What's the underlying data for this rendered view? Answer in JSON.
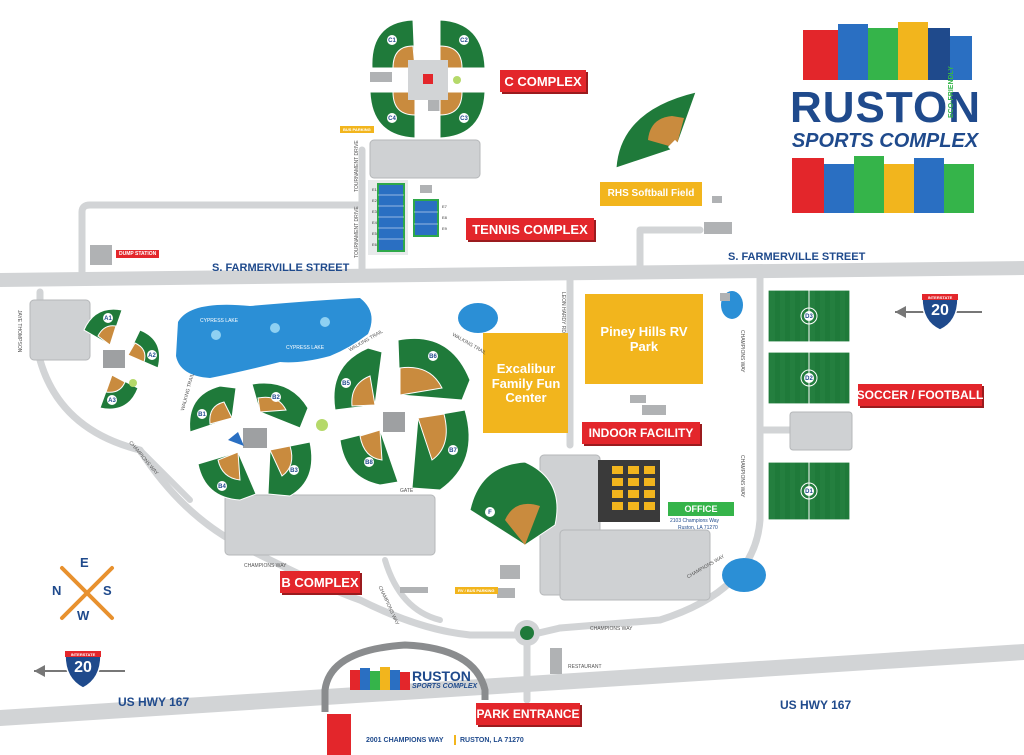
{
  "colors": {
    "grass": "#1f7a3a",
    "infield": "#c98b3e",
    "road": "#d2d4d6",
    "roadEdge": "#b5b7b9",
    "water": "#2b8fd6",
    "building": "#b7b9bb",
    "red": "#e3262b",
    "yellow": "#f2b51d",
    "navy": "#1f4a8c"
  },
  "brand": {
    "name": "RUSTON",
    "tagline": "SPORTS COMPLEX",
    "eco": "ECO-FRIENDLY"
  },
  "facilities": {
    "c_complex": "C COMPLEX",
    "tennis_complex": "TENNIS COMPLEX",
    "b_complex": "B COMPLEX",
    "indoor_facility": "INDOOR FACILITY",
    "soccer_football": "SOCCER / FOOTBALL",
    "park_entrance": "PARK ENTRANCE",
    "rhs_softball": "RHS Softball Field",
    "excalibur": "Excalibur Family Fun Center",
    "piney_hills": "Piney Hills RV Park",
    "office": "OFFICE",
    "dump_station": "DUMP STATION",
    "bus_parking_top": "BUS PARKING",
    "bus_parking_bottom": "RV / BUS PARKING",
    "gate": "GATE",
    "restaurant": "RESTAURANT"
  },
  "office_address": [
    "2103 Champions Way",
    "Ruston, LA 71270"
  ],
  "streets": {
    "farmerville_left": "S. FARMERVILLE STREET",
    "farmerville_right": "S. FARMERVILLE STREET",
    "hwy_left": "US HWY 167",
    "hwy_right": "US HWY 167",
    "champions_way": "CHAMPIONS WAY",
    "tournament_drive": "TOURNAMENT DRIVE",
    "leon_hardy": "LEON HARDY RD",
    "jaye_thompson": "JAYE THOMPSON",
    "walking_trail": "WALKING TRAIL",
    "cypress_lake": "CYPRESS LAKE"
  },
  "interstate": {
    "label": "INTERSTATE",
    "number": "20"
  },
  "compass": [
    "N",
    "E",
    "S",
    "W"
  ],
  "fields": {
    "c": [
      "C1",
      "C2",
      "C3",
      "C4"
    ],
    "a": [
      "A1",
      "A2",
      "A3"
    ],
    "b": [
      "B1",
      "B2",
      "B3",
      "B4",
      "B5",
      "B6",
      "B7",
      "B8"
    ],
    "f": "F",
    "tennis": [
      "E1",
      "E2",
      "E3",
      "E4",
      "E5",
      "E6",
      "E7",
      "E8",
      "E9"
    ],
    "soccer": [
      "D3",
      "D2",
      "D1"
    ]
  },
  "entrance_sign": {
    "name": "RUSTON",
    "tagline": "SPORTS COMPLEX",
    "address": "2001 CHAMPIONS WAY",
    "city": "RUSTON, LA 71270"
  }
}
